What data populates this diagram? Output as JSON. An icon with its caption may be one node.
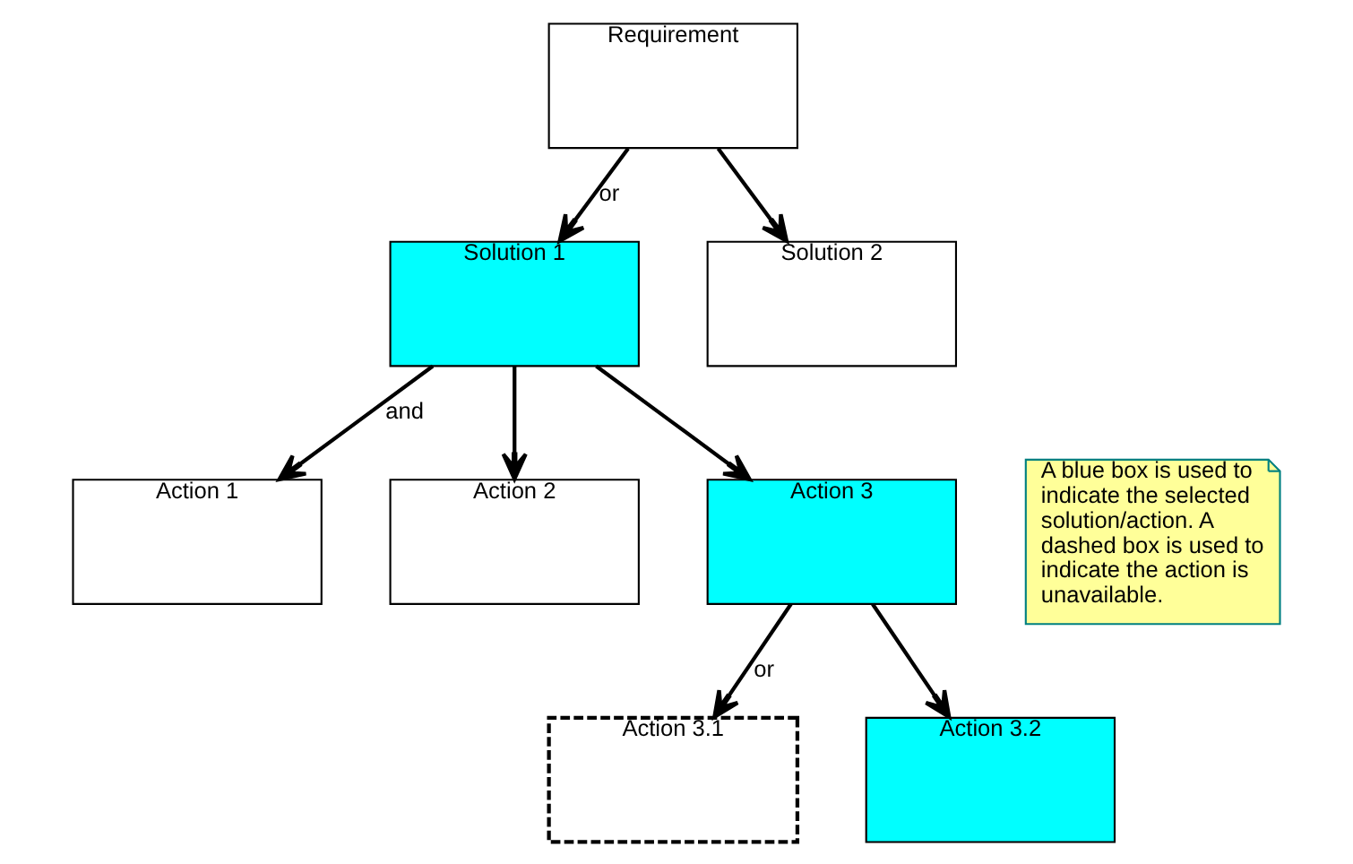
{
  "diagram": {
    "nodes": [
      {
        "text": [
          "Requirement"
        ]
      },
      {
        "text": [
          "Solution 1"
        ]
      },
      {
        "text": [
          "Solution 2"
        ]
      },
      {
        "text": [
          "Action 1"
        ]
      },
      {
        "text": [
          "Action 2"
        ]
      },
      {
        "text": [
          "Action 3"
        ]
      },
      {
        "text": [
          "Action 3.1"
        ]
      },
      {
        "text": [
          "Action 3.2"
        ]
      },
      {
        "text": [
          "A blue box is used to indicate the selected solution/action. A dashed box is used to indicate the action is unavailable."
        ]
      }
    ],
    "edges": [
      {
        "from": 0,
        "to": 1,
        "arrow": "to",
        "label": "or"
      },
      {
        "from": 0,
        "to": 2,
        "arrow": "to"
      },
      {
        "from": 1,
        "to": 3,
        "arrow": "to",
        "label": "and"
      },
      {
        "from": 1,
        "to": 4,
        "arrow": "to"
      },
      {
        "from": 1,
        "to": 5,
        "arrow": "to"
      },
      {
        "from": 5,
        "to": 6,
        "arrow": "to",
        "label": "or"
      },
      {
        "from": 5,
        "to": 7,
        "arrow": "to"
      }
    ]
  }
}
